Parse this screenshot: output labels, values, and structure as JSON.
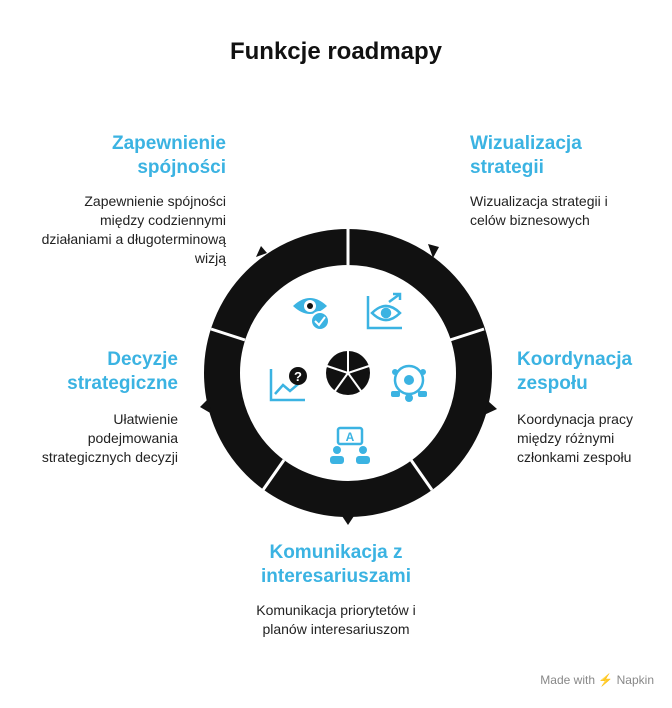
{
  "title": "Funkcje roadmapy",
  "colors": {
    "accent": "#3bb3e2",
    "ring": "#111111",
    "text": "#222222"
  },
  "items": [
    {
      "heading": "Zapewnienie spójności",
      "description": "Zapewnienie spójności między codziennymi działaniami a długoterminową wizją",
      "icon": "eye-check-icon"
    },
    {
      "heading": "Wizualizacja strategii",
      "description": "Wizualizacja strategii i celów biznesowych",
      "icon": "eye-chart-icon"
    },
    {
      "heading": "Koordynacja zespołu",
      "description": "Koordynacja pracy między różnymi członkami zespołu",
      "icon": "team-gear-icon"
    },
    {
      "heading": "Komunikacja z interesariuszami",
      "description": "Komunikacja priorytetów i planów interesariuszom",
      "icon": "stakeholders-icon"
    },
    {
      "heading": "Decyzje strategiczne",
      "description": "Ułatwienie podejmowania strategicznych decyzji",
      "icon": "chart-question-icon"
    }
  ],
  "center_icon": "pie-icon",
  "footer": {
    "made_with": "Made with",
    "brand": "Napkin"
  }
}
